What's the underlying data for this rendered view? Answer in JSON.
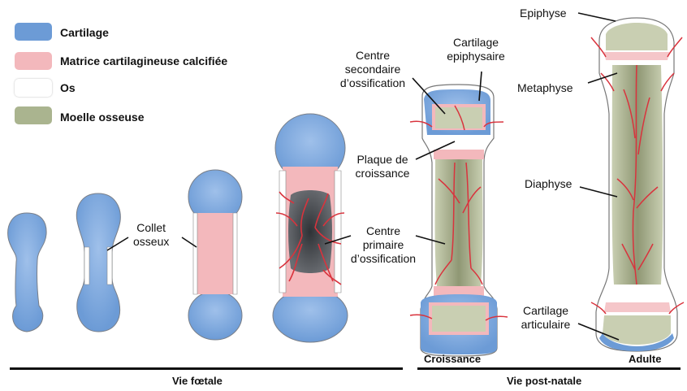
{
  "legend": [
    {
      "label": "Cartilage",
      "color": "#6c9bd6"
    },
    {
      "label": "Matrice cartilagineuse calcifiée",
      "color": "#f3b8bc"
    },
    {
      "label": "Os",
      "color": "#ffffff"
    },
    {
      "label": "Moelle osseuse",
      "color": "#aab48f"
    }
  ],
  "labels": {
    "collet": "Collet\nosseux",
    "centre_secondaire": "Centre\nsecondaire\nd’ossification",
    "cartilage_epiphysaire": "Cartilage\nepiphysaire",
    "plaque": "Plaque de\ncroissance",
    "centre_primaire": "Centre\nprimaire\nd’ossification",
    "epiphyse": "Epiphyse",
    "metaphyse": "Metaphyse",
    "diaphyse": "Diaphyse",
    "cartilage_articulaire": "Cartilage\narticulaire"
  },
  "stages": {
    "croissance": "Croissance",
    "adulte": "Adulte"
  },
  "periods": {
    "foetale": "Vie fœtale",
    "post_natale": "Vie post-natale"
  },
  "colors": {
    "cartilage": "#6c9bd6",
    "matrice": "#f3b8bc",
    "os": "#ffffff",
    "moelle": "#aab48f",
    "vessel": "#d9333d",
    "dark": "#4a4d52"
  }
}
